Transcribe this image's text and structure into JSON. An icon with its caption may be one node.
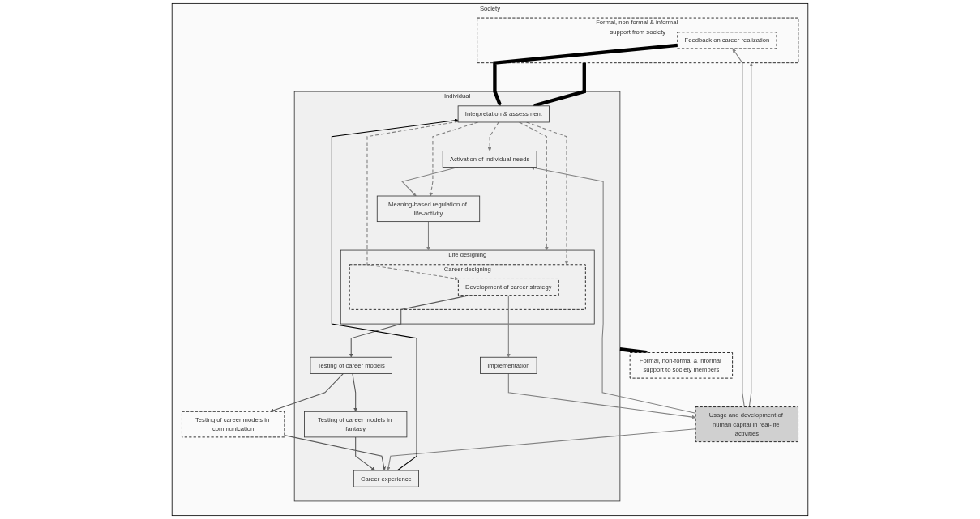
{
  "diagram": {
    "nodes": [
      {
        "text": [
          "Society"
        ]
      },
      {
        "text": [
          "Formal, non-formal & informal support to society members"
        ],
        "in": 0
      },
      {
        "text": [
          "Individual"
        ],
        "in": 0
      },
      {
        "text": [
          "Activation of individual needs"
        ],
        "in": 2
      },
      {
        "text": [
          "Meaning-based regulation of life-activity"
        ],
        "in": 2
      },
      {
        "text": [
          "Life designing"
        ],
        "in": 2
      },
      {
        "text": [
          "Career designing"
        ],
        "in": 5
      },
      {
        "text": [
          "Development of career strategy"
        ],
        "in": 6
      },
      {
        "text": [
          "Implementation"
        ],
        "in": 2
      },
      {
        "text": [
          "Testing of career models"
        ],
        "in": 2
      },
      {
        "text": [
          "Testing of career models in fantasy"
        ],
        "in": 2
      },
      {
        "text": [
          "Interpretation & assessment"
        ],
        "in": 2
      },
      {
        "text": [
          "Career experience"
        ],
        "in": 2
      },
      {
        "text": [
          "Testing of career models in communication"
        ],
        "in": 0
      },
      {
        "text": [
          "Usage and development of human capital in real-life activities"
        ],
        "in": 0
      },
      {
        "text": [
          "Formal, non-formal & informal support from society"
        ],
        "in": 0
      },
      {
        "text": [
          "Feedback on career realization"
        ],
        "in": 15
      }
    ],
    "edges": [
      {
        "from": 2,
        "to": 1,
        "arrow": "to",
        "style": "thick",
        "color": "#000000"
      },
      {
        "from": 3,
        "to": 4,
        "arrow": "to"
      },
      {
        "from": 4,
        "to": 5,
        "arrow": "to"
      },
      {
        "from": 7,
        "to": 8,
        "arrow": "to"
      },
      {
        "from": 7,
        "to": 9,
        "arrow": "to",
        "color": "#595959"
      },
      {
        "from": 8,
        "to": 14,
        "arrow": "to"
      },
      {
        "from": 9,
        "to": 13,
        "arrow": "to",
        "color": "#595959"
      },
      {
        "from": 9,
        "to": 10,
        "arrow": "to",
        "color": "#595959"
      },
      {
        "from": 10,
        "to": 12,
        "arrow": "to",
        "color": "#595959"
      },
      {
        "from": 13,
        "to": 12,
        "arrow": "to",
        "color": "#595959"
      },
      {
        "from": 14,
        "to": 12,
        "arrow": "to"
      },
      {
        "from": 12,
        "to": 11,
        "arrow": "to",
        "color": "#000000"
      },
      {
        "from": 11,
        "to": 3,
        "arrow": "to",
        "style": "dashed"
      },
      {
        "from": 11,
        "to": 4,
        "arrow": "to",
        "style": "dashed"
      },
      {
        "from": 11,
        "to": 5,
        "arrow": "to",
        "style": "dashed"
      },
      {
        "from": 11,
        "to": 6,
        "arrow": "to",
        "style": "dashed"
      },
      {
        "from": 11,
        "to": 7,
        "arrow": "to",
        "style": "dashed"
      },
      {
        "from": 15,
        "to": 11,
        "arrow": "to",
        "style": "thick",
        "color": "#000000"
      },
      {
        "from": 16,
        "to": 11,
        "arrow": "to",
        "style": "thick",
        "color": "#000000"
      },
      {
        "from": 14,
        "to": 16,
        "arrow": "to"
      },
      {
        "from": 14,
        "to": 15,
        "arrow": "to"
      },
      {
        "from": 14,
        "to": 3,
        "arrow": "to"
      }
    ]
  }
}
